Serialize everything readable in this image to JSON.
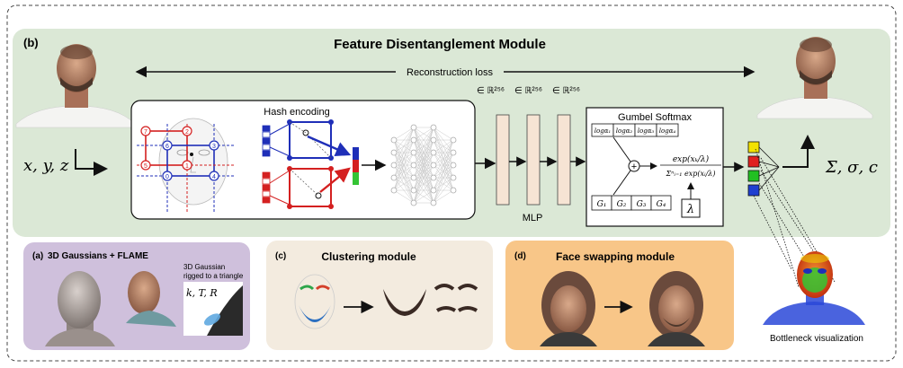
{
  "panel_b": {
    "tag": "(b)",
    "title": "Feature Disentanglement Module",
    "reconstruction_label": "Reconstruction loss",
    "input_label": "x, y, z",
    "output_label": "Σ, σ, c",
    "hash_encoding_label": "Hash encoding",
    "mlp_label": "MLP",
    "dims": [
      "∈ ℝ²⁵⁶",
      "∈ ℝ²⁵⁶",
      "∈ ℝ²⁵⁶"
    ],
    "grid_numbers": [
      "7",
      "2",
      "3",
      "6",
      "1",
      "5",
      "4",
      "0"
    ],
    "gumbel": {
      "title": "Gumbel Softmax",
      "logits": [
        "logα₁",
        "logα₂",
        "logα₃",
        "logα₄"
      ],
      "noise": [
        "G₁",
        "G₂",
        "G₃",
        "G₄"
      ],
      "formula_numerator": "exp(xₖ/λ)",
      "formula_denominator": "Σⁿᵢ₌₁ exp(xᵢ/λ)",
      "lambda": "λ",
      "plus": "+"
    },
    "bottleneck_colors": [
      "#f2e200",
      "#e02020",
      "#22c022",
      "#1f3fd0"
    ]
  },
  "panel_a": {
    "tag": "(a)",
    "title": "3D Gaussians + FLAME",
    "note_line1": "3D Gaussian",
    "note_line2": "rigged to a triangle",
    "params": "k, T, R"
  },
  "panel_c": {
    "tag": "(c)",
    "title": "Clustering module"
  },
  "panel_d": {
    "tag": "(d)",
    "title": "Face swapping module"
  },
  "bottleneck_label": "Bottleneck visualization",
  "colors": {
    "panel_b_bg": "#dbe8d6",
    "panel_a_bg": "#cfc0dc",
    "panel_c_bg": "#f3ebdf",
    "panel_d_bg": "#f8c688",
    "mlp_layer": "#f6e4d4",
    "hash_red": "#d42020",
    "hash_blue": "#1f2fb8"
  }
}
